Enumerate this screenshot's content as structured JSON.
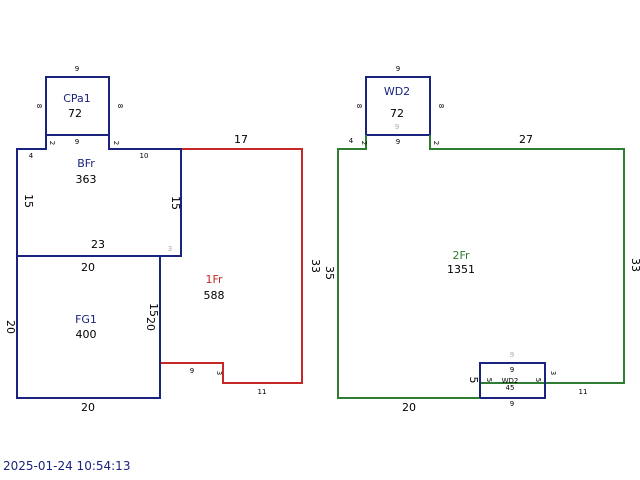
{
  "colors": {
    "blue": "#1a237e",
    "red": "#c62828",
    "green": "#2e7d32",
    "timestamp": "#1a237e"
  },
  "areas": {
    "cpa1": {
      "name": "CPa1",
      "value": "72"
    },
    "bfr": {
      "name": "BFr",
      "value": "363"
    },
    "fg1": {
      "name": "FG1",
      "value": "400"
    },
    "fr1": {
      "name": "1Fr",
      "value": "588"
    },
    "wd2_top": {
      "name": "WD2",
      "value": "72"
    },
    "fr2": {
      "name": "2Fr",
      "value": "1351"
    },
    "wd2_small": {
      "name": "WD2",
      "value": "45"
    }
  },
  "dims": {
    "cpa1_top": "9",
    "cpa1_left": "8",
    "cpa1_right": "8",
    "cpa1_bottom": "9",
    "cpa1_lw": "2",
    "cpa1_rw": "2",
    "bfr_left_top": "4",
    "bfr_right_top": "10",
    "bfr_left": "15",
    "bfr_right": "15",
    "bfr_bottom": "23",
    "bfr_corner": "3",
    "fr1_top": "17",
    "fr1_right": "33",
    "fr1_left": "15",
    "fr1_step_h": "9",
    "fr1_step_v": "3",
    "fr1_bottom": "11",
    "fg1_top": "20",
    "fg1_left": "20",
    "fg1_right": "20",
    "fg1_bottom": "20",
    "wd2_top": "9",
    "wd2_left": "8",
    "wd2_right": "8",
    "wd2_bottom": "9",
    "wd2_faint": "9",
    "wd2_lw": "2",
    "wd2_rw": "2",
    "fr2_left_top": "4",
    "fr2_top": "27",
    "fr2_left": "35",
    "fr2_right": "33",
    "fr2_bottom": "20",
    "fr2_bottom_right": "11",
    "fr2_notch_left": "5",
    "fr2_notch_right": "3",
    "fr2_notch_faint": "9",
    "wds_top": "9",
    "wds_left": "5",
    "wds_right": "5",
    "wds_bottom": "9"
  },
  "timestamp": "2025-01-24 10:54:13"
}
